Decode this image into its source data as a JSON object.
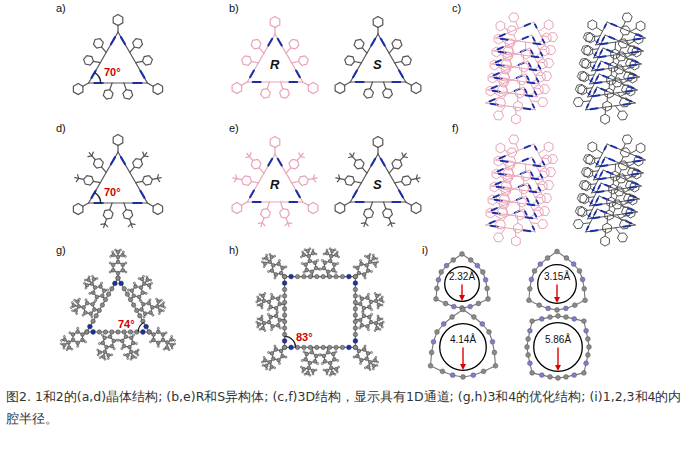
{
  "diagram": {
    "caption": "图2. 1和2的(a,d)晶体结构; (b,e)R和S异构体; (c,f)3D结构，显示具有1D通道; (g,h)3和4的优化结构; (i)1,2,3和4的内腔半径。",
    "nodes": [
      {
        "text": [
          "2.32Å"
        ]
      },
      {
        "text": [
          "3.15Å"
        ]
      },
      {
        "text": [
          "4.14Å"
        ]
      },
      {
        "text": [
          "5.86Å"
        ]
      }
    ],
    "labels": [
      "a)",
      "b)",
      "c)",
      "d)",
      "e)",
      "f)",
      "g)",
      "h)",
      "i)",
      "70°",
      "R",
      "S",
      "70°",
      "R",
      "S",
      "74°",
      "83°"
    ]
  }
}
